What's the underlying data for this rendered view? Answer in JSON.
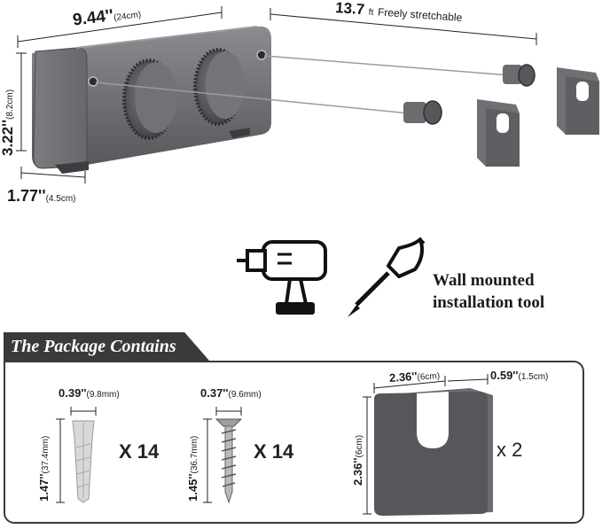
{
  "product": {
    "width_label": "9.44''",
    "width_metric": "(24cm)",
    "height_label": "3.22''",
    "height_metric": "(8.2cm)",
    "depth_label": "1.77''",
    "depth_metric": "(4.5cm)",
    "stretch_value": "13.7",
    "stretch_unit": "ft",
    "stretch_text": "Freely stretchable"
  },
  "tools": {
    "caption_line1": "Wall mounted",
    "caption_line2": "installation tool",
    "icons": [
      "drill-icon",
      "screwdriver-icon"
    ]
  },
  "package": {
    "title": "The Package Contains",
    "items": [
      {
        "name": "anchor",
        "width": "0.39''",
        "width_metric": "(9.8mm)",
        "length": "1.47''",
        "length_metric": "(37.4mm)",
        "qty": "X 14"
      },
      {
        "name": "screw",
        "width": "0.37''",
        "width_metric": "(9.6mm)",
        "length": "1.45''",
        "length_metric": "(36.7mm)",
        "qty": "X 14"
      },
      {
        "name": "bracket",
        "width": "2.36''",
        "width_metric": "(6cm)",
        "depth": "0.59''",
        "depth_metric": "(1.5cm)",
        "height": "2.36''",
        "height_metric": "(6cm)",
        "qty": "x 2"
      }
    ]
  },
  "colors": {
    "metal": "#6b6d70",
    "dark": "#3a3a3a"
  }
}
